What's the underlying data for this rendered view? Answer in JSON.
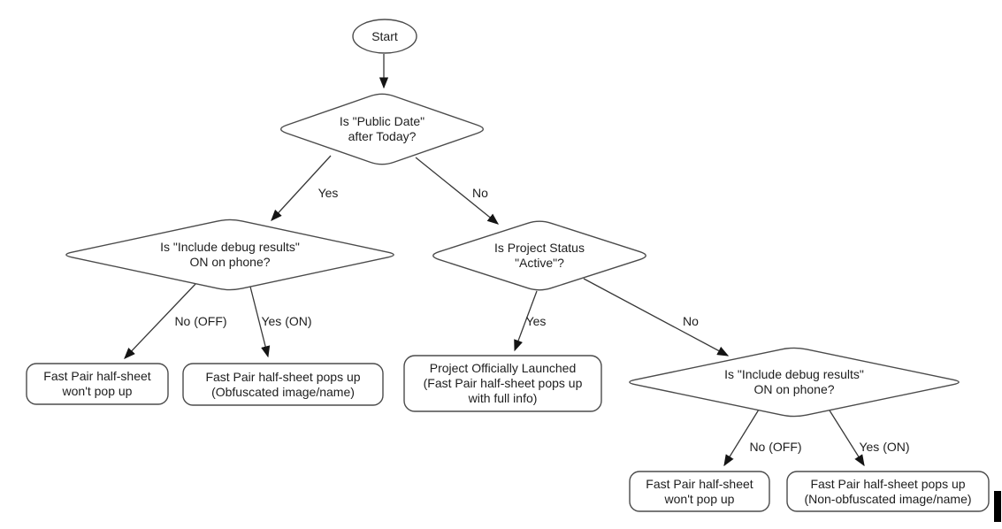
{
  "flowchart": {
    "colors": {
      "background": "#ffffff",
      "node_fill": "#ffffff",
      "node_stroke": "#4b4b4b",
      "edge_stroke": "#383838",
      "text": "#1d1d1d",
      "cursor_bar": "#000000"
    },
    "nodes": {
      "start": {
        "type": "terminator",
        "lines": [
          "Start"
        ]
      },
      "decision_public_date": {
        "type": "decision",
        "lines": [
          "Is \"Public Date\"",
          "after Today?"
        ]
      },
      "decision_debug_left": {
        "type": "decision",
        "lines": [
          "Is \"Include debug results\"",
          "ON on phone?"
        ]
      },
      "decision_project_status": {
        "type": "decision",
        "lines": [
          "Is Project Status",
          "\"Active\"?"
        ]
      },
      "decision_debug_right": {
        "type": "decision",
        "lines": [
          "Is \"Include debug results\"",
          "ON on phone?"
        ]
      },
      "result_wont_popup_left": {
        "type": "process",
        "lines": [
          "Fast Pair half-sheet",
          "won't pop up"
        ]
      },
      "result_obfuscated": {
        "type": "process",
        "lines": [
          "Fast Pair half-sheet pops up",
          "(Obfuscated image/name)"
        ]
      },
      "result_launched": {
        "type": "process",
        "lines": [
          "Project Officially Launched",
          "(Fast Pair half-sheet pops up",
          "with full info)"
        ]
      },
      "result_wont_popup_right": {
        "type": "process",
        "lines": [
          "Fast Pair half-sheet",
          "won't pop up"
        ]
      },
      "result_non_obfuscated": {
        "type": "process",
        "lines": [
          "Fast Pair half-sheet pops up",
          "(Non-obfuscated image/name)"
        ]
      }
    },
    "edge_labels": {
      "public_date_yes": "Yes",
      "public_date_no": "No",
      "debug_left_no": "No (OFF)",
      "debug_left_yes": "Yes (ON)",
      "project_status_yes": "Yes",
      "project_status_no": "No",
      "debug_right_no": "No (OFF)",
      "debug_right_yes": "Yes (ON)"
    }
  }
}
